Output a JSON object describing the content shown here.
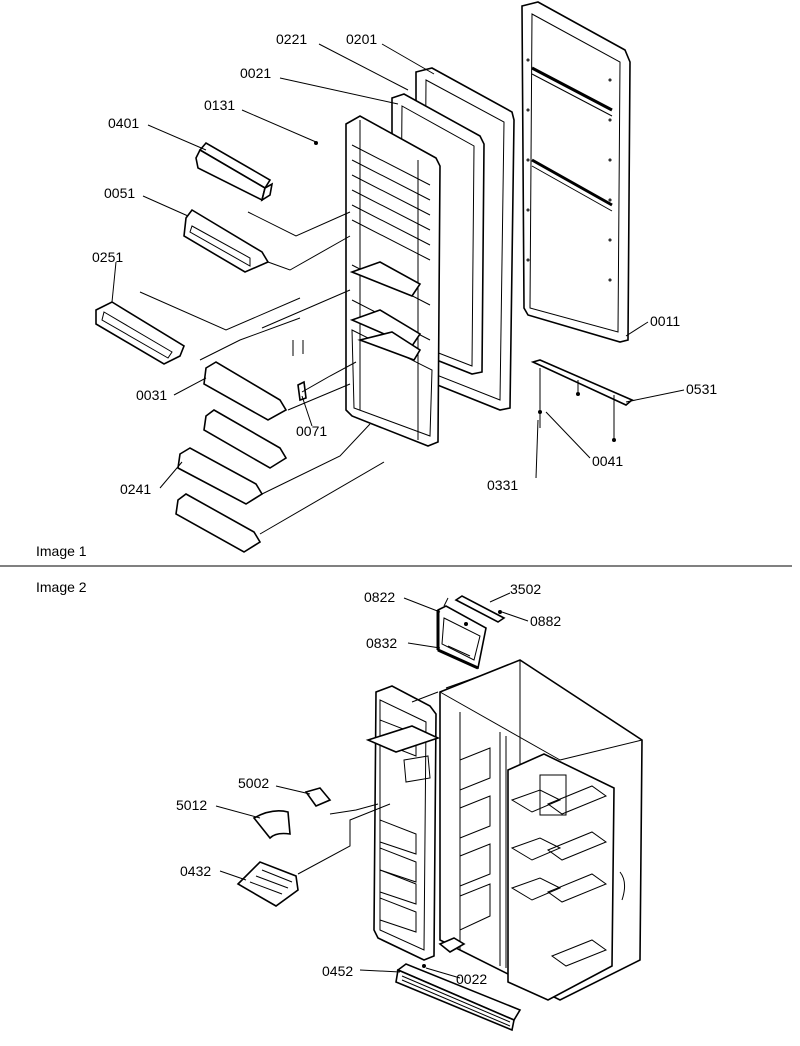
{
  "sections": [
    {
      "caption": "Image 1",
      "parts": [
        "0221",
        "0201",
        "0021",
        "0131",
        "0401",
        "0051",
        "0251",
        "0031",
        "0071",
        "0241",
        "0011",
        "0531",
        "0331",
        "0041"
      ]
    },
    {
      "caption": "Image 2",
      "parts": [
        "0822",
        "3502",
        "0882",
        "0832",
        "5002",
        "5012",
        "0432",
        "0452",
        "0022"
      ]
    }
  ]
}
